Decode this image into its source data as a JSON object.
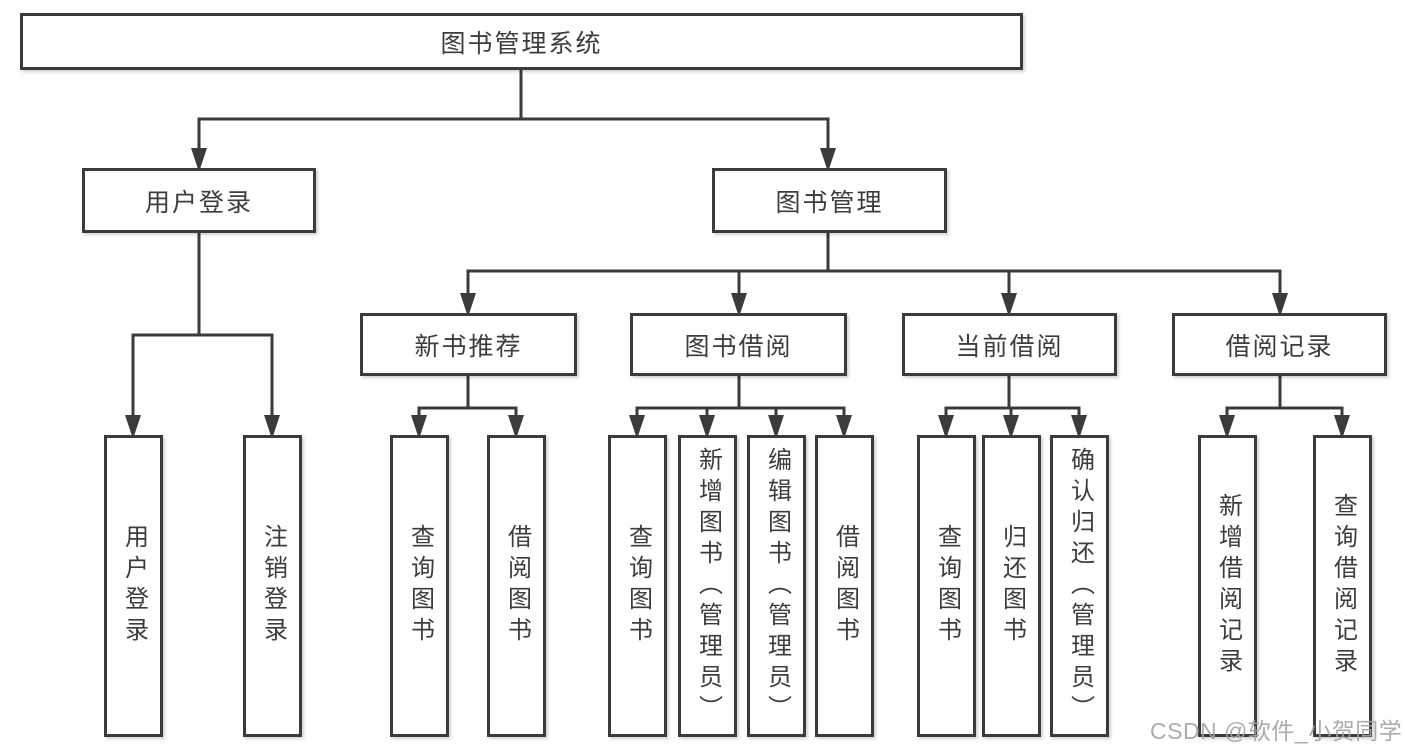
{
  "colors": {
    "line": "#3b3b3b",
    "box_border": "#3b3b3b",
    "text": "#3d3d3d",
    "watermark": "#a3a3a3",
    "background": "#ffffff"
  },
  "watermark": {
    "text": "CSDN @软件_小贺同学"
  },
  "tree": {
    "root": {
      "label": "图书管理系统",
      "children": [
        {
          "label": "用户登录",
          "children": [
            {
              "label": "用户登录"
            },
            {
              "label": "注销登录"
            }
          ]
        },
        {
          "label": "图书管理",
          "children": [
            {
              "label": "新书推荐",
              "children": [
                {
                  "label": "查询图书"
                },
                {
                  "label": "借阅图书"
                }
              ]
            },
            {
              "label": "图书借阅",
              "children": [
                {
                  "label": "查询图书"
                },
                {
                  "label": "新增图书（管理员）"
                },
                {
                  "label": "编辑图书（管理员）"
                },
                {
                  "label": "借阅图书"
                }
              ]
            },
            {
              "label": "当前借阅",
              "children": [
                {
                  "label": "查询图书"
                },
                {
                  "label": "归还图书"
                },
                {
                  "label": "确认归还（管理员）"
                }
              ]
            },
            {
              "label": "借阅记录",
              "children": [
                {
                  "label": "新增借阅记录"
                },
                {
                  "label": "查询借阅记录"
                }
              ]
            }
          ]
        }
      ]
    }
  }
}
